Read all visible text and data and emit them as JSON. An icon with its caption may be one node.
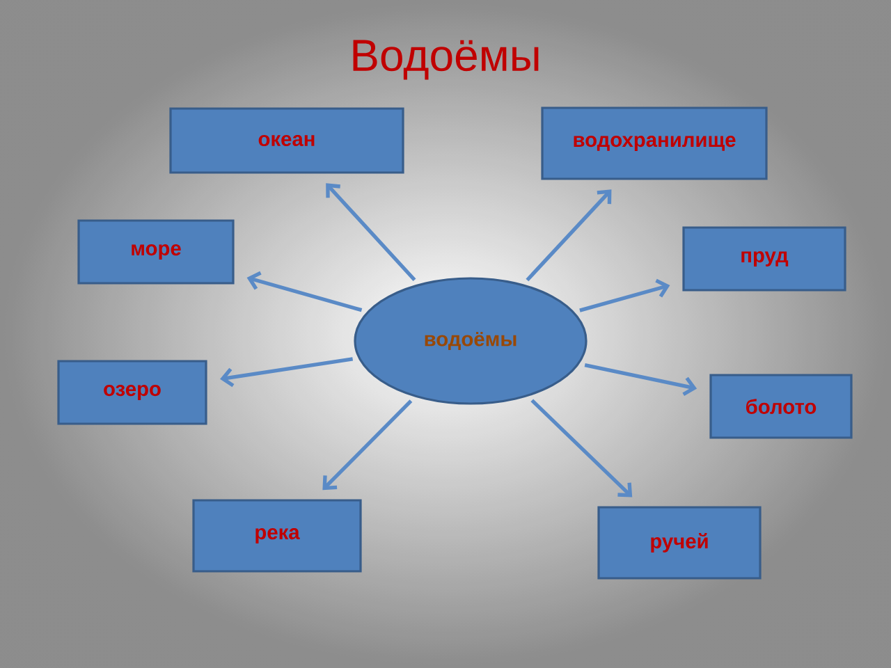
{
  "diagram": {
    "title": "Водоёмы",
    "nodes": [
      {
        "text": [
          "водоёмы"
        ]
      },
      {
        "text": [
          "океан"
        ]
      },
      {
        "text": [
          "водохранилище"
        ]
      },
      {
        "text": [
          "море"
        ]
      },
      {
        "text": [
          "пруд"
        ]
      },
      {
        "text": [
          "озеро"
        ]
      },
      {
        "text": [
          "болото"
        ]
      },
      {
        "text": [
          "река"
        ]
      },
      {
        "text": [
          "ручей"
        ]
      }
    ],
    "edges": [
      {
        "from": 0,
        "to": 1,
        "arrow": "to"
      },
      {
        "from": 0,
        "to": 2,
        "arrow": "to"
      },
      {
        "from": 0,
        "to": 3,
        "arrow": "to"
      },
      {
        "from": 0,
        "to": 4,
        "arrow": "to"
      },
      {
        "from": 0,
        "to": 5,
        "arrow": "to"
      },
      {
        "from": 0,
        "to": 6,
        "arrow": "to"
      },
      {
        "from": 0,
        "to": 7,
        "arrow": "to"
      },
      {
        "from": 0,
        "to": 8,
        "arrow": "to"
      }
    ]
  }
}
